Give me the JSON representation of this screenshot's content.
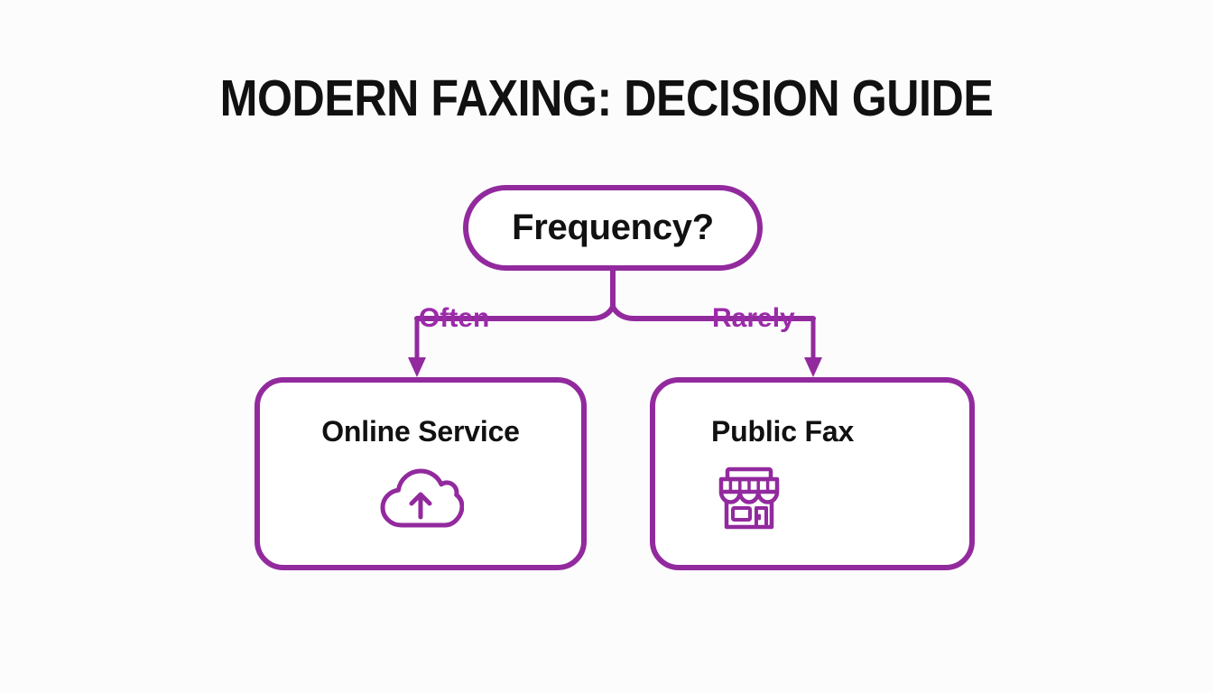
{
  "diagram": {
    "title": "MODERN FAXING: DECISION GUIDE",
    "type": "decision-flowchart",
    "colors": {
      "accent_purple": "#922a9e",
      "label_purple": "#9b2aa8",
      "text_black": "#111111",
      "background": "#fcfcfd",
      "node_fill": "#ffffff"
    },
    "decision": {
      "label": "Frequency?",
      "shape": "stadium"
    },
    "branches": [
      {
        "label": "Often",
        "side": "left",
        "target": "Online Service"
      },
      {
        "label": "Rarely",
        "side": "right",
        "target": "Public Fax"
      }
    ],
    "outcomes": [
      {
        "label": "Online Service",
        "icon": "cloud-upload-icon",
        "side": "left"
      },
      {
        "label": "Public Fax",
        "icon": "storefront-icon",
        "side": "right"
      }
    ]
  }
}
